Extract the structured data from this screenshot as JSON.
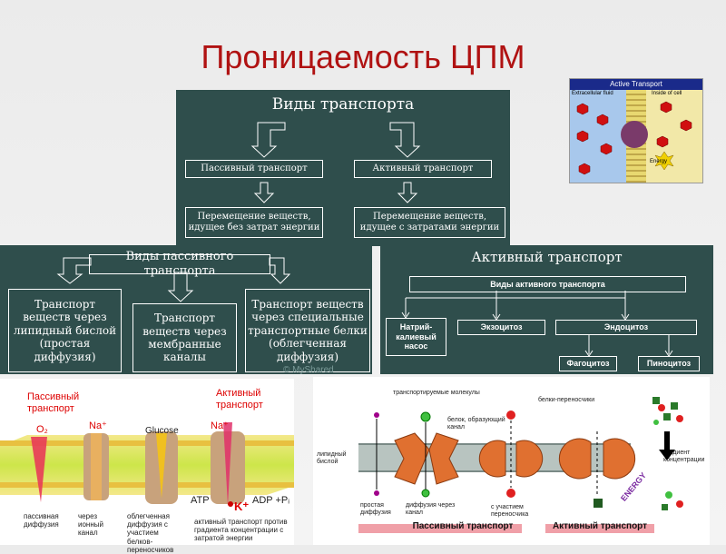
{
  "slide_title": "Проницаемость ЦПМ",
  "transport_types": {
    "heading": "Виды транспорта",
    "passive": "Пассивный транспорт",
    "active": "Активный транспорт",
    "passive_desc": "Перемещение веществ, идущее без затрат энергии",
    "active_desc": "Перемещение веществ, идущее с затратами энергии"
  },
  "passive_types": {
    "heading": "Виды пассивного транспорта",
    "lipid": "Транспорт веществ через липидный бислой (простая диффузия)",
    "channels": "Транспорт веществ через мембранные каналы",
    "proteins": "Транспорт веществ через специальные транспортные белки (облегченная диффузия)",
    "watermark": "© MyShared"
  },
  "active_types": {
    "heading": "Активный транспорт",
    "kinds": "Виды активного транспорта",
    "pump": "Натрий-калиевый насос",
    "exo": "Экзоцитоз",
    "endo": "Эндоцитоз",
    "phago": "Фагоцитоз",
    "pino": "Пиноцитоз"
  },
  "mini_diagram": {
    "title": "Active Transport",
    "extracellular": "Extracellular fluid",
    "inside": "Inside of cell",
    "energy": "Energy"
  },
  "membrane_left": {
    "passive_label": "Пассивный транспорт",
    "active_label": "Активный транспорт",
    "o2": "O₂",
    "na": "Na⁺",
    "glucose": "Glucose",
    "k": "K⁺",
    "atp": "ATP",
    "adp": "ADP +Pᵢ",
    "cap_o2": "пассивная диффузия",
    "cap_na": "через ионный канал",
    "cap_glucose": "облегченная диффузия с участием белков-переносчиков",
    "cap_active": "активный транспорт против градиента концентрации с затратой энергии"
  },
  "membrane_right": {
    "molecules": "транспортируемые молекулы",
    "channel_protein": "белок, образующий канал",
    "carriers": "белки-переносчики",
    "bilayer": "липидный бислой",
    "gradient": "градиент концентрации",
    "energy": "ENERGY",
    "simple": "простая диффузия",
    "via_channel": "диффузия через канал",
    "with_carriers": "с участием переносчика",
    "passive_bar": "Пассивный транспорт",
    "active_bar": "Активный транспорт"
  },
  "colors": {
    "title": "#b01212",
    "panel": "#2f4e4c",
    "active_red": "#d00000"
  }
}
